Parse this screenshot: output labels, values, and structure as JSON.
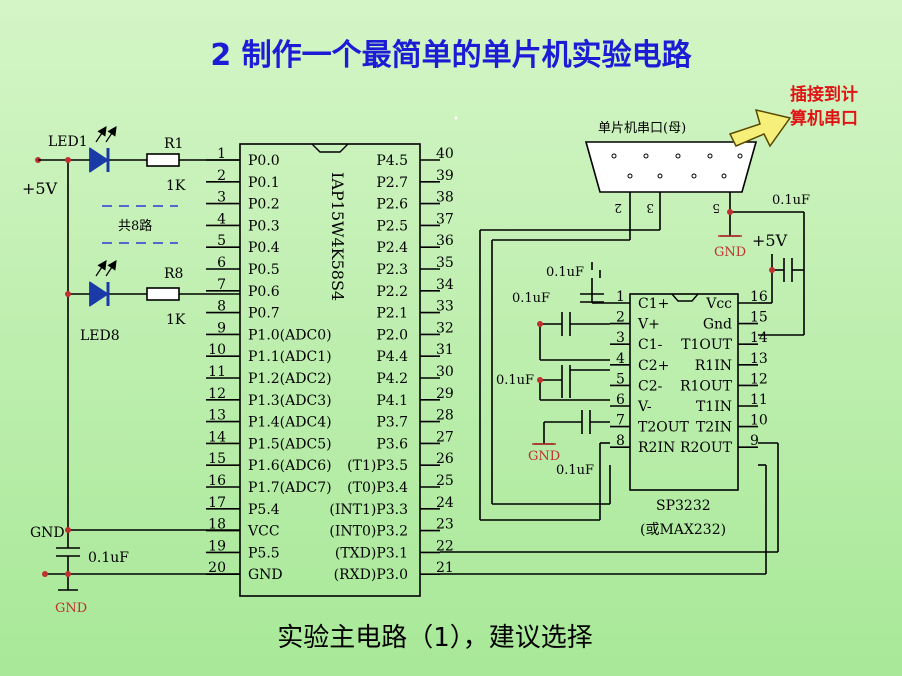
{
  "title": "2  制作一个最简单的单片机实验电路",
  "caption": "实验主电路（1），建议选择",
  "callout": {
    "line1": "插接到计",
    "line2": "算机串口"
  },
  "left": {
    "led1": "LED1",
    "led8": "LED8",
    "r1": "R1",
    "r8": "R8",
    "r_value": "1K",
    "vcc": "+5V",
    "repeat": "共8路",
    "gnd_label": "GND",
    "cap": "0.1uF",
    "gnd_symbol": "GND"
  },
  "mcu": {
    "part": "IAP15W4K58S4",
    "left_pins": [
      {
        "n": "1",
        "name": "P0.0"
      },
      {
        "n": "2",
        "name": "P0.1"
      },
      {
        "n": "3",
        "name": "P0.2"
      },
      {
        "n": "4",
        "name": "P0.3"
      },
      {
        "n": "5",
        "name": "P0.4"
      },
      {
        "n": "6",
        "name": "P0.5"
      },
      {
        "n": "7",
        "name": "P0.6"
      },
      {
        "n": "8",
        "name": "P0.7"
      },
      {
        "n": "9",
        "name": "P1.0(ADC0)"
      },
      {
        "n": "10",
        "name": "P1.1(ADC1)"
      },
      {
        "n": "11",
        "name": "P1.2(ADC2)"
      },
      {
        "n": "12",
        "name": "P1.3(ADC3)"
      },
      {
        "n": "13",
        "name": "P1.4(ADC4)"
      },
      {
        "n": "14",
        "name": "P1.5(ADC5)"
      },
      {
        "n": "15",
        "name": "P1.6(ADC6)"
      },
      {
        "n": "16",
        "name": "P1.7(ADC7)"
      },
      {
        "n": "17",
        "name": "P5.4"
      },
      {
        "n": "18",
        "name": "VCC"
      },
      {
        "n": "19",
        "name": "P5.5"
      },
      {
        "n": "20",
        "name": "GND"
      }
    ],
    "right_pins": [
      {
        "n": "40",
        "name": "P4.5"
      },
      {
        "n": "39",
        "name": "P2.7"
      },
      {
        "n": "38",
        "name": "P2.6"
      },
      {
        "n": "37",
        "name": "P2.5"
      },
      {
        "n": "36",
        "name": "P2.4"
      },
      {
        "n": "35",
        "name": "P2.3"
      },
      {
        "n": "34",
        "name": "P2.2"
      },
      {
        "n": "33",
        "name": "P2.1"
      },
      {
        "n": "32",
        "name": "P2.0"
      },
      {
        "n": "31",
        "name": "P4.4"
      },
      {
        "n": "30",
        "name": "P4.2"
      },
      {
        "n": "29",
        "name": "P4.1"
      },
      {
        "n": "28",
        "name": "P3.7"
      },
      {
        "n": "27",
        "name": "P3.6"
      },
      {
        "n": "26",
        "name": "(T1)P3.5"
      },
      {
        "n": "25",
        "name": "(T0)P3.4"
      },
      {
        "n": "24",
        "name": "(INT1)P3.3"
      },
      {
        "n": "23",
        "name": "(INT0)P3.2"
      },
      {
        "n": "22",
        "name": "(TXD)P3.1"
      },
      {
        "n": "21",
        "name": "(RXD)P3.0"
      }
    ]
  },
  "sp": {
    "part": "SP3232",
    "alt": "(或MAX232)",
    "left_pins": [
      {
        "n": "1",
        "name": "C1+"
      },
      {
        "n": "2",
        "name": "V+"
      },
      {
        "n": "3",
        "name": "C1-"
      },
      {
        "n": "4",
        "name": "C2+"
      },
      {
        "n": "5",
        "name": "C2-"
      },
      {
        "n": "6",
        "name": "V-"
      },
      {
        "n": "7",
        "name": "T2OUT"
      },
      {
        "n": "8",
        "name": "R2IN"
      }
    ],
    "right_pins": [
      {
        "n": "16",
        "name": "Vcc"
      },
      {
        "n": "15",
        "name": "Gnd"
      },
      {
        "n": "14",
        "name": "T1OUT"
      },
      {
        "n": "13",
        "name": "R1IN"
      },
      {
        "n": "12",
        "name": "R1OUT"
      },
      {
        "n": "11",
        "name": "T1IN"
      },
      {
        "n": "10",
        "name": "T2IN"
      },
      {
        "n": "9",
        "name": "R2OUT"
      }
    ],
    "caps": [
      "0.1uF",
      "0.1uF",
      "0.1uF",
      "0.1uF",
      "0.1uF"
    ],
    "vcc": "+5V",
    "gnd_a": "GND",
    "gnd_b": "GND"
  },
  "db9": {
    "label": "单片机串口(母)",
    "pin2": "2",
    "pin3": "3",
    "pin5": "5"
  }
}
